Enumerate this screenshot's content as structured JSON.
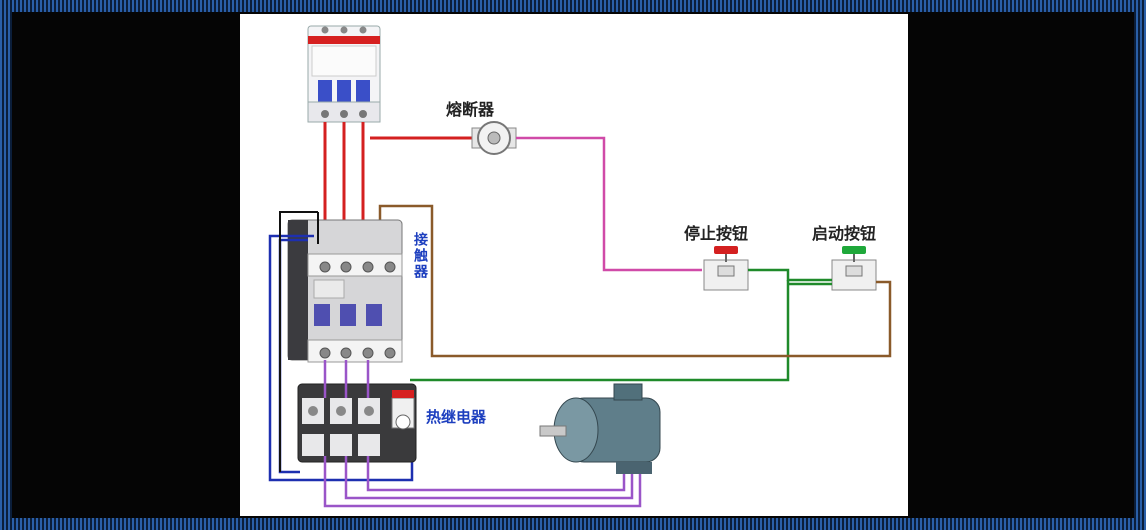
{
  "labels": {
    "fuse": "熔断器",
    "stop_button": "停止按钮",
    "start_button": "启动按钮",
    "contactor": "接触器",
    "thermal_relay": "热继电器"
  },
  "colors": {
    "phase_red": "#d42020",
    "control_pink": "#d04aa8",
    "control_green": "#1f8a2a",
    "control_brown": "#8a5a2a",
    "power_blue": "#1d2fb0",
    "motor_purple": "#9a55c8",
    "label_blue": "#1d3fbf"
  }
}
